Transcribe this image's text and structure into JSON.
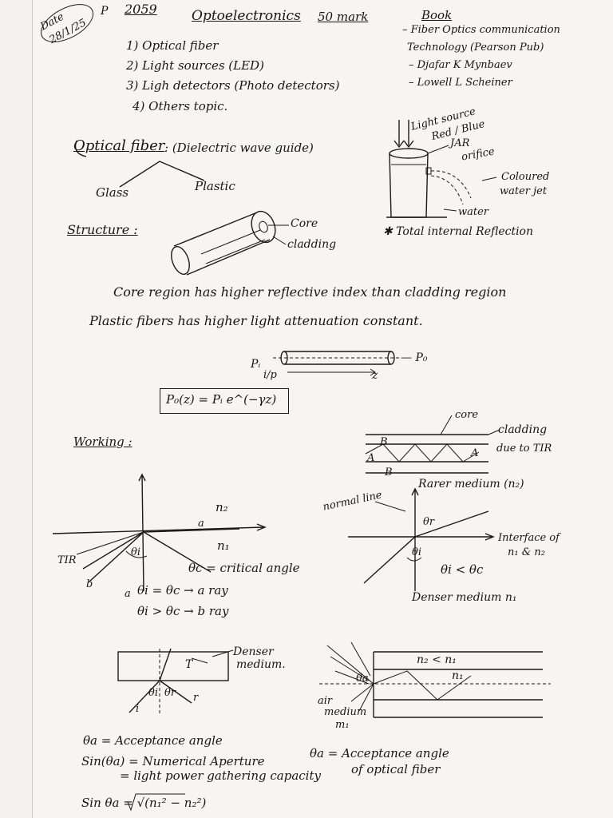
{
  "header": {
    "date_label": "Date",
    "date": "28/1/25",
    "marker_p": "P",
    "code": "2059",
    "title": "Optoelectronics",
    "marks": "50 mark",
    "book_heading": "Book"
  },
  "topics": [
    "1) Optical fiber",
    "2) Light sources (LED)",
    "3) Ligh detectors (Photo detectors)",
    "4) Others topic."
  ],
  "books": {
    "line1": "– Fiber Optics communication",
    "line2": "Technology (Pearson Pub)",
    "line3": "– Djafar K Mynbaev",
    "line4": "– Lowell L Scheiner"
  },
  "optical_fiber": {
    "heading": "Optical fiber",
    "desc": ": (Dielectric wave guide)",
    "glass": "Glass",
    "plastic": "Plastic"
  },
  "experiment": {
    "light_source": "Light source",
    "colors": "Red / Blue",
    "jar": "JAR",
    "orifice": "orifice",
    "coloured": "Coloured",
    "water_jet": "water jet",
    "water": "water",
    "tir": "✱ Total internal Reflection"
  },
  "structure": {
    "heading": "Structure :",
    "core": "Core",
    "cladding": "cladding"
  },
  "notes": {
    "line1": "Core region has higher reflective index than cladding region",
    "line2": "Plastic fibers has higher light attenuation constant."
  },
  "attenuation": {
    "pi": "Pᵢ",
    "ip": "i/p",
    "po": "— P₀",
    "z": "z",
    "formula": "P₀(z) = Pᵢ e^(−γz)"
  },
  "propagation": {
    "core": "core",
    "cladding": "cladding",
    "due_to": "due to TIR",
    "label_b": "B",
    "label_a": "A"
  },
  "working": {
    "heading": "Working :",
    "n2": "n₂",
    "n1": "n₁",
    "a": "a",
    "b": "b",
    "tir": "TIR",
    "theta_i": "θi",
    "critical": "θc = critical angle",
    "rule1": "θi = θc → a ray",
    "rule2": "θi > θc → b ray"
  },
  "refraction": {
    "normal_line": "normal line",
    "rarer": "Rarer medium (n₂)",
    "theta_r": "θr",
    "interface": "Interface of",
    "interface2": "n₁ & n₂",
    "theta_i": "θi",
    "condition": "θi < θc",
    "denser": "Denser medium n₁"
  },
  "acceptance": {
    "denser": "Denser",
    "medium": "medium.",
    "T": "T",
    "theta_i": "θi",
    "theta_r": "θr",
    "i": "i",
    "r": "r",
    "n2n1": "n₂ < n₁",
    "n1": "n₁",
    "theta_a": "θa",
    "air": "air",
    "air_medium": "medium",
    "m1": "m₁"
  },
  "definitions": {
    "theta_a": "θa = Acceptance angle",
    "sin_a": "Sin(θa) = Numerical Aperture",
    "light_power": "= light power gathering capacity",
    "theta_a_right": "θa = Acceptance angle",
    "of_fiber": "of optical fiber",
    "sin_formula": "Sin θa = √(n₁² − n₂²)"
  }
}
